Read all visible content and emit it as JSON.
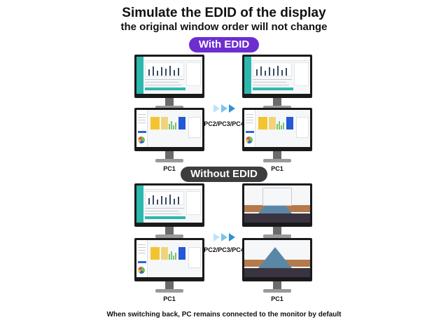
{
  "header": {
    "title": "Simulate the EDID of the display",
    "subtitle": "the original window order will not change"
  },
  "sections": {
    "with_edid": "With EDID",
    "without_edid": "Without EDID"
  },
  "labels": {
    "pc1": "PC1",
    "pc_multi": "PC2/PC3/PC4"
  },
  "footer": {
    "note": "When switching back, PC remains connected to the monitor by default"
  },
  "colors": {
    "with_edid_pill": "#6d2ed0",
    "without_edid_pill": "#3d3d3d",
    "arrow": "#2e93d8"
  },
  "icons": {
    "arrow": "chevron-right-arrows"
  }
}
